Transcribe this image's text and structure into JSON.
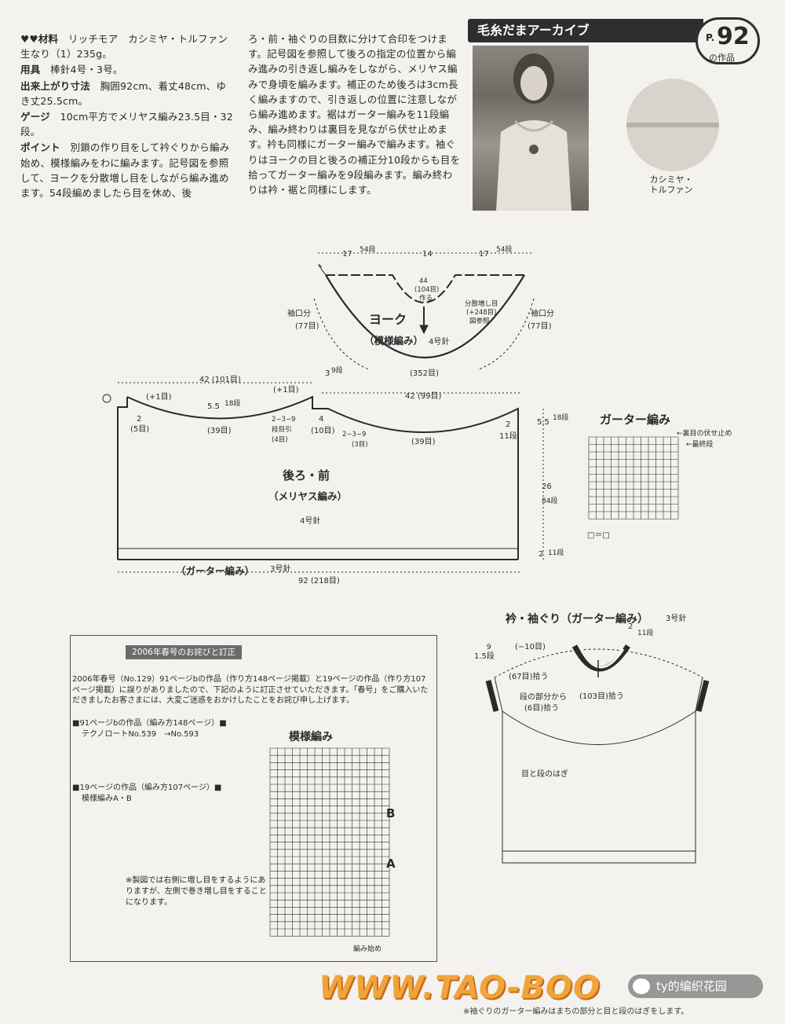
{
  "instructions": {
    "left": [
      {
        "label": "♥♥材料",
        "text": "リッチモア　カシミヤ・トルファン　生なり（1）235g。"
      },
      {
        "label": "用具",
        "text": "棒針4号・3号。"
      },
      {
        "label": "出来上がり寸法",
        "text": "胸囲92cm、着丈48cm、ゆき丈25.5cm。"
      },
      {
        "label": "ゲージ",
        "text": "10cm平方でメリヤス編み23.5目・32段。"
      },
      {
        "label": "ポイント",
        "text": "別鎖の作り目をして衿ぐりから編み始め、模様編みをわに編みます。記号図を参照して、ヨークを分散増し目をしながら編み進めます。54段編めましたら目を休め、後"
      }
    ],
    "mid": "ろ・前・袖ぐりの目数に分けて合印をつけます。記号図を参照して後ろの指定の位置から編み進みの引き返し編みをしながら、メリヤス編みで身頃を編みます。補正のため後ろは3cm長く編みますので、引き返しの位置に注意しながら編み進めます。裾はガーター編みを11段編み、編み終わりは裏目を見ながら伏せ止めます。衿も同様にガーター編みで編みます。袖ぐりはヨークの目と後ろの補正分10段からも目を拾ってガーター編みを9段編みます。編み終わりは衿・裾と同様にします。"
  },
  "header": {
    "archive_title": "毛糸だまアーカイブ",
    "page_prefix": "P.",
    "page_number": "92",
    "page_suffix": "の作品"
  },
  "swatch": {
    "label_line1": "カシミヤ・",
    "label_line2": "トルファン"
  },
  "yoke": {
    "top_dims": [
      "17",
      "54段",
      "14",
      "17",
      "54段"
    ],
    "center": [
      "44",
      "(104目)",
      "作る"
    ],
    "increase": [
      "分散増し目",
      "(+248目)",
      "図参照"
    ],
    "title": "ヨーク",
    "subtitle": "（模様編み）",
    "needle": "4号針",
    "bottom": "(352目)",
    "armhole_left": [
      "袖口分",
      "(77目)"
    ],
    "armhole_right": [
      "袖口分",
      "(77目)"
    ]
  },
  "body": {
    "top_left": "42 (101目)",
    "top_right": "42 (99目)",
    "side_9": [
      "3",
      "9段"
    ],
    "plus1_a": "(+1目)",
    "plus1_b": "(+1目)",
    "left_2": [
      "2",
      "(5目)"
    ],
    "right_2": [
      "2",
      "11段"
    ],
    "back_55": [
      "5.5",
      "18段"
    ],
    "c39_a": "(39目)",
    "c39_b": "(39目)",
    "seq_a": [
      "2−3−9",
      "段目引",
      "(4目)"
    ],
    "seq_b": [
      "2−3−9",
      "(3目)"
    ],
    "c4": [
      "4",
      "(10目)"
    ],
    "title": "後ろ・前",
    "subtitle": "（メリヤス編み）",
    "needle": "4号針",
    "garter": "（ガーター編み）",
    "garter_needle": "3号針",
    "bottom": "92 (218目)",
    "right_55": [
      "5.5",
      "18段"
    ],
    "right_26": [
      "26",
      "84段"
    ]
  },
  "garter_chart": {
    "title": "ガーター編み",
    "note1": "←裏目の伏せ止め",
    "note2": "←最終段",
    "legend": "□＝□"
  },
  "collar": {
    "title": "衿・袖ぐり（ガーター編み）",
    "needle": "3号針",
    "d1": [
      "2",
      "11段"
    ],
    "d2": [
      "9",
      "1.5段"
    ],
    "d3": "(−10目)",
    "d4": "(67目)拾う",
    "d5": "(103目)拾う",
    "d6": [
      "段の部分から",
      "(6目)拾う"
    ],
    "d7": "目と段のはぎ"
  },
  "pattern": {
    "title": "模様編み",
    "labelB": "B",
    "labelA": "A",
    "start": "編み始め"
  },
  "notice": {
    "title": "2006年春号のお詫びと訂正",
    "body": "2006年春号（No.129）91ページbの作品（作り方148ページ掲載）と19ページの作品（作り方107ページ掲載）に誤りがありましたので、下記のように訂正させていただきます。「春号」をご購入いただきましたお客さまには、大変ご迷惑をおかけしたことをお詫び申し上げます。",
    "item1_head": "■91ページbの作品（編み方148ページ）■",
    "item1_body": "テクノロートNo.539　→No.593",
    "item2_head": "■19ページの作品（編み方107ページ）■",
    "item2_body": "模様編みA・B",
    "note": "※製図では右側に増し目をするようにありますが、左側で巻き増し目をすることになります。"
  },
  "watermark": {
    "url": "WWW.TAO-BOO",
    "badge": "ty的编织花园",
    "footnote": "※袖ぐりのガーター編みはまちの部分と目と段のはぎをします。"
  }
}
